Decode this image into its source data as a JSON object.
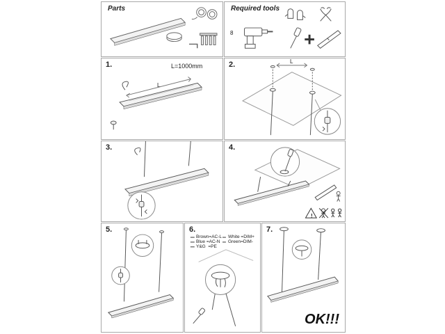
{
  "parts": {
    "title": "Parts"
  },
  "tools": {
    "title": "Required tools",
    "qty": "8"
  },
  "step1": {
    "num": "1.",
    "length": "L=1000mm",
    "dim": "L"
  },
  "step2": {
    "num": "2.",
    "dim": "L"
  },
  "step3": {
    "num": "3."
  },
  "step4": {
    "num": "4.",
    "warning": "!"
  },
  "step5": {
    "num": "5."
  },
  "step6": {
    "num": "6.",
    "legend_left": [
      "Brown=AC-L",
      "Blue =AC-N",
      "Y&G  =PE"
    ],
    "legend_right": [
      "White =DIM+",
      "Green=DIM-"
    ]
  },
  "step7": {
    "num": "7.",
    "ok": "OK!!!"
  },
  "colors": {
    "ink": "#555555",
    "panel_border": "#a8a8a8"
  }
}
